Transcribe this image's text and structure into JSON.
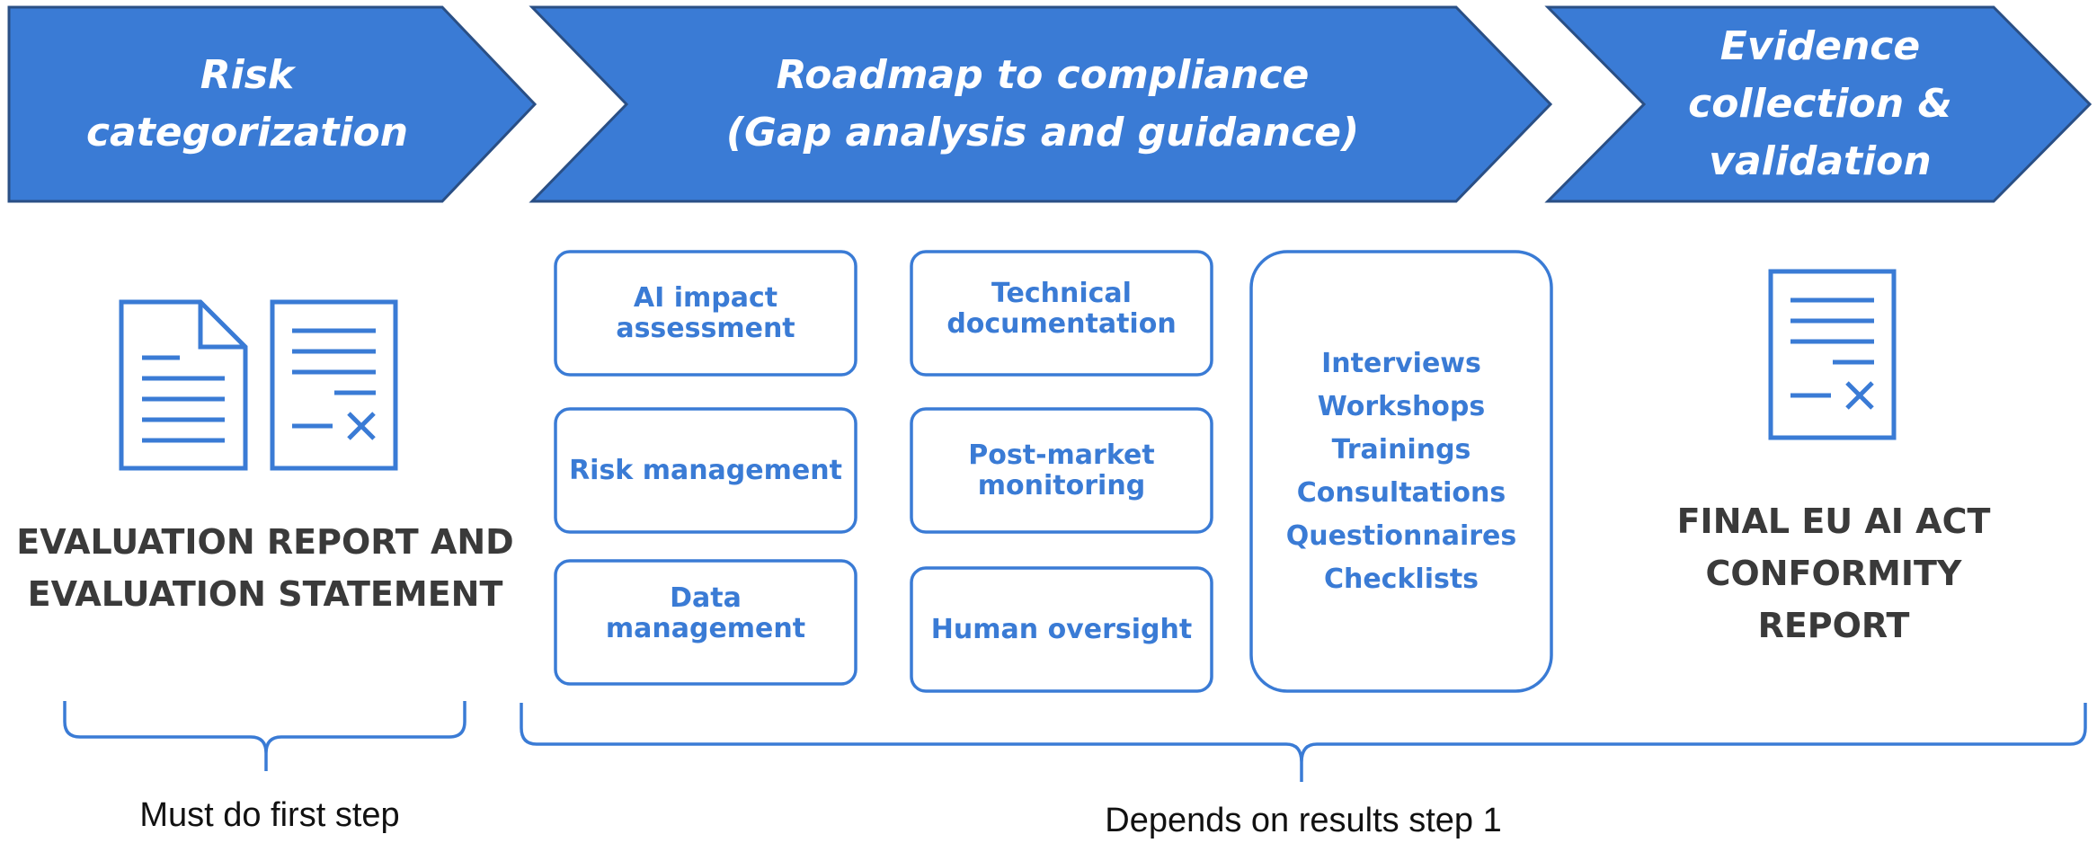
{
  "colors": {
    "chevron_fill": "#3a7bd5",
    "chevron_outline": "#2a4f85",
    "accent": "#3a7bd5",
    "heading_text": "#3a3a3a",
    "note_text": "#111111"
  },
  "phases": [
    {
      "title": "Risk categorization"
    },
    {
      "title": "Roadmap to compliance\n(Gap analysis and guidance)"
    },
    {
      "title": "Evidence\ncollection &\nvalidation"
    }
  ],
  "risk_categorization": {
    "icons": [
      "document-icon",
      "signed-document-icon"
    ],
    "output_label": "EVALUATION REPORT AND\nEVALUATION STATEMENT"
  },
  "roadmap": {
    "boxes": [
      "AI impact\nassessment",
      "Technical\ndocumentation",
      "Risk management",
      "Post-market\nmonitoring",
      "Data\nmanagement",
      "Human oversight"
    ],
    "methods": [
      "Interviews",
      "Workshops",
      "Trainings",
      "Consultations",
      "Questionnaires",
      "Checklists"
    ]
  },
  "evidence": {
    "icons": [
      "signed-document-icon"
    ],
    "output_label": "FINAL EU AI ACT\nCONFORMITY\nREPORT"
  },
  "notes": {
    "left": "Must do first step",
    "right": "Depends on results step 1"
  }
}
